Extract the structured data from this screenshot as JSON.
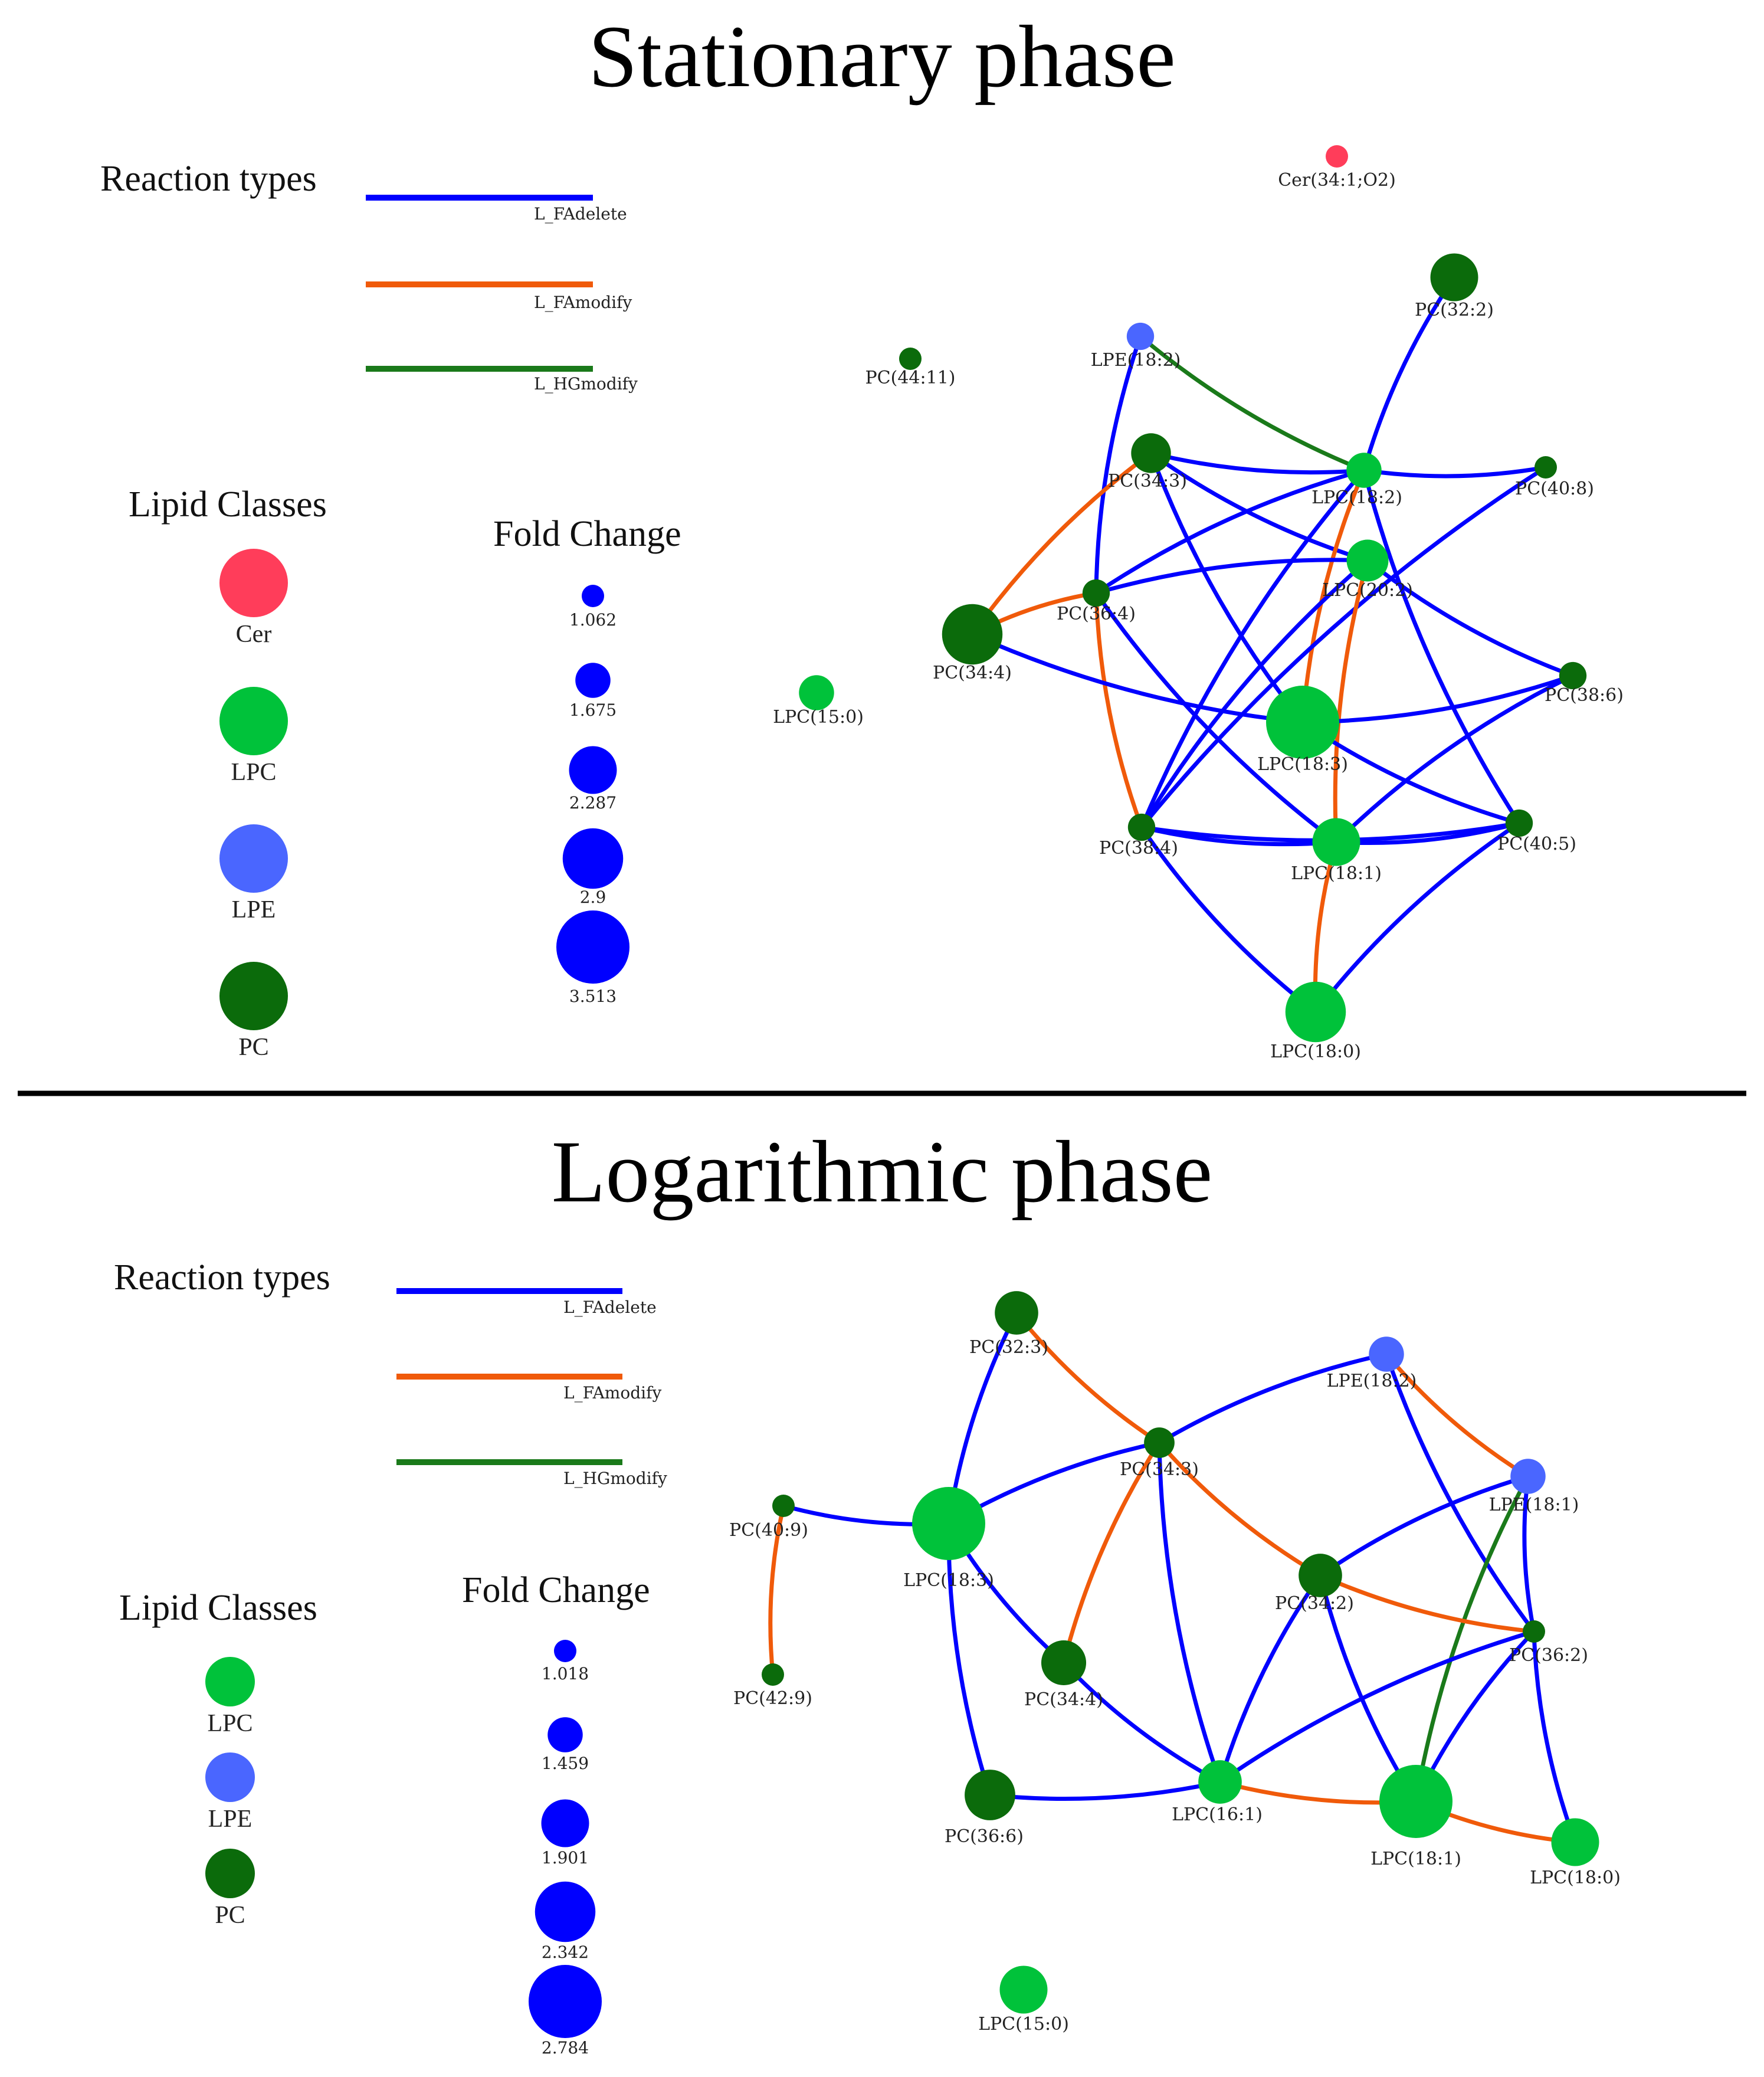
{
  "colors": {
    "L_FAdelete": "#0000ff",
    "L_FAmodify": "#f05a0a",
    "L_HGmodify": "#1a7a1a",
    "Cer": "#ff3d5a",
    "LPC": "#00c23a",
    "LPE": "#4a66ff",
    "PC": "#0b6b0b",
    "fold": "#0000ff"
  },
  "panels": [
    {
      "title": "Stationary phase",
      "reaction_types_label": "Reaction types",
      "reaction_types": [
        "L_FAdelete",
        "L_FAmodify",
        "L_HGmodify"
      ],
      "lipid_classes_label": "Lipid Classes",
      "lipid_classes": [
        "Cer",
        "LPC",
        "LPE",
        "PC"
      ],
      "fold_change_label": "Fold Change",
      "fold_change": [
        "1.062",
        "1.675",
        "2.287",
        "2.9",
        "3.513"
      ],
      "nodes": [
        {
          "id": "Cer(34:1;O2)",
          "cls": "Cer",
          "fc": 1.062
        },
        {
          "id": "PC(32:2)",
          "cls": "PC",
          "fc": 2.287
        },
        {
          "id": "LPE(18:2)",
          "cls": "LPE",
          "fc": 1.3
        },
        {
          "id": "PC(44:11)",
          "cls": "PC",
          "fc": 1.062
        },
        {
          "id": "PC(34:3)",
          "cls": "PC",
          "fc": 1.9
        },
        {
          "id": "LPC(18:2)",
          "cls": "LPC",
          "fc": 1.675
        },
        {
          "id": "PC(40:8)",
          "cls": "PC",
          "fc": 1.062
        },
        {
          "id": "LPC(20:2)",
          "cls": "LPC",
          "fc": 2.0
        },
        {
          "id": "PC(36:4)",
          "cls": "PC",
          "fc": 1.3
        },
        {
          "id": "PC(34:4)",
          "cls": "PC",
          "fc": 2.9
        },
        {
          "id": "LPC(15:0)",
          "cls": "LPC",
          "fc": 1.675
        },
        {
          "id": "LPC(18:3)",
          "cls": "LPC",
          "fc": 3.513
        },
        {
          "id": "PC(38:6)",
          "cls": "PC",
          "fc": 1.3
        },
        {
          "id": "PC(38:4)",
          "cls": "PC",
          "fc": 1.3
        },
        {
          "id": "LPC(18:1)",
          "cls": "LPC",
          "fc": 2.287
        },
        {
          "id": "PC(40:5)",
          "cls": "PC",
          "fc": 1.3
        },
        {
          "id": "LPC(18:0)",
          "cls": "LPC",
          "fc": 2.9
        }
      ],
      "edges": [
        {
          "s": "PC(32:2)",
          "t": "LPC(18:2)",
          "type": "L_FAdelete"
        },
        {
          "s": "LPE(18:2)",
          "t": "LPC(18:2)",
          "type": "L_HGmodify"
        },
        {
          "s": "LPE(18:2)",
          "t": "PC(36:4)",
          "type": "L_FAdelete"
        },
        {
          "s": "PC(34:3)",
          "t": "LPC(18:2)",
          "type": "L_FAdelete"
        },
        {
          "s": "PC(34:3)",
          "t": "LPC(20:2)",
          "type": "L_FAdelete"
        },
        {
          "s": "PC(34:3)",
          "t": "LPC(18:3)",
          "type": "L_FAdelete"
        },
        {
          "s": "PC(34:3)",
          "t": "PC(34:4)",
          "type": "L_FAmodify"
        },
        {
          "s": "LPC(18:2)",
          "t": "PC(40:8)",
          "type": "L_FAdelete"
        },
        {
          "s": "LPC(18:2)",
          "t": "PC(36:4)",
          "type": "L_FAdelete"
        },
        {
          "s": "LPC(18:2)",
          "t": "PC(38:4)",
          "type": "L_FAdelete"
        },
        {
          "s": "LPC(18:2)",
          "t": "PC(40:5)",
          "type": "L_FAdelete"
        },
        {
          "s": "LPC(18:2)",
          "t": "LPC(18:3)",
          "type": "L_FAmodify"
        },
        {
          "s": "PC(40:8)",
          "t": "PC(38:4)",
          "type": "L_FAdelete"
        },
        {
          "s": "LPC(20:2)",
          "t": "PC(36:4)",
          "type": "L_FAdelete"
        },
        {
          "s": "LPC(20:2)",
          "t": "PC(38:6)",
          "type": "L_FAdelete"
        },
        {
          "s": "LPC(20:2)",
          "t": "PC(38:4)",
          "type": "L_FAdelete"
        },
        {
          "s": "LPC(20:2)",
          "t": "LPC(18:1)",
          "type": "L_FAmodify"
        },
        {
          "s": "PC(36:4)",
          "t": "PC(34:4)",
          "type": "L_FAmodify"
        },
        {
          "s": "PC(36:4)",
          "t": "LPC(18:1)",
          "type": "L_FAdelete"
        },
        {
          "s": "PC(36:4)",
          "t": "PC(38:4)",
          "type": "L_FAmodify"
        },
        {
          "s": "PC(34:4)",
          "t": "LPC(18:3)",
          "type": "L_FAdelete"
        },
        {
          "s": "LPC(18:3)",
          "t": "PC(38:6)",
          "type": "L_FAdelete"
        },
        {
          "s": "LPC(18:3)",
          "t": "PC(40:5)",
          "type": "L_FAdelete"
        },
        {
          "s": "PC(38:6)",
          "t": "LPC(18:1)",
          "type": "L_FAdelete"
        },
        {
          "s": "PC(38:4)",
          "t": "LPC(18:1)",
          "type": "L_FAdelete"
        },
        {
          "s": "PC(38:4)",
          "t": "PC(40:5)",
          "type": "L_FAdelete"
        },
        {
          "s": "PC(38:4)",
          "t": "LPC(18:0)",
          "type": "L_FAdelete"
        },
        {
          "s": "LPC(18:1)",
          "t": "PC(40:5)",
          "type": "L_FAdelete"
        },
        {
          "s": "LPC(18:1)",
          "t": "LPC(18:0)",
          "type": "L_FAmodify"
        },
        {
          "s": "PC(40:5)",
          "t": "LPC(18:0)",
          "type": "L_FAdelete"
        }
      ]
    },
    {
      "title": "Logarithmic phase",
      "reaction_types_label": "Reaction types",
      "reaction_types": [
        "L_FAdelete",
        "L_FAmodify",
        "L_HGmodify"
      ],
      "lipid_classes_label": "Lipid Classes",
      "lipid_classes": [
        "LPC",
        "LPE",
        "PC"
      ],
      "fold_change_label": "Fold Change",
      "fold_change": [
        "1.018",
        "1.459",
        "1.901",
        "2.342",
        "2.784"
      ],
      "nodes": [
        {
          "id": "PC(32:3)",
          "cls": "PC",
          "fc": 1.75
        },
        {
          "id": "LPE(18:2)",
          "cls": "LPE",
          "fc": 1.459
        },
        {
          "id": "PC(34:3)",
          "cls": "PC",
          "fc": 1.3
        },
        {
          "id": "LPE(18:1)",
          "cls": "LPE",
          "fc": 1.459
        },
        {
          "id": "PC(40:9)",
          "cls": "PC",
          "fc": 1.018
        },
        {
          "id": "LPC(18:3)",
          "cls": "LPC",
          "fc": 2.784
        },
        {
          "id": "PC(34:2)",
          "cls": "PC",
          "fc": 1.75
        },
        {
          "id": "PC(36:2)",
          "cls": "PC",
          "fc": 1.018
        },
        {
          "id": "PC(42:9)",
          "cls": "PC",
          "fc": 1.018
        },
        {
          "id": "PC(34:4)",
          "cls": "PC",
          "fc": 1.8
        },
        {
          "id": "PC(36:6)",
          "cls": "PC",
          "fc": 2.0
        },
        {
          "id": "LPC(16:1)",
          "cls": "LPC",
          "fc": 1.75
        },
        {
          "id": "LPC(18:1)",
          "cls": "LPC",
          "fc": 2.784
        },
        {
          "id": "LPC(18:0)",
          "cls": "LPC",
          "fc": 1.901
        },
        {
          "id": "LPC(15:0)",
          "cls": "LPC",
          "fc": 1.901
        }
      ],
      "edges": [
        {
          "s": "PC(32:3)",
          "t": "LPC(18:3)",
          "type": "L_FAdelete"
        },
        {
          "s": "PC(32:3)",
          "t": "PC(34:3)",
          "type": "L_FAmodify"
        },
        {
          "s": "LPE(18:2)",
          "t": "PC(34:3)",
          "type": "L_FAdelete"
        },
        {
          "s": "LPE(18:2)",
          "t": "LPE(18:1)",
          "type": "L_FAmodify"
        },
        {
          "s": "LPE(18:2)",
          "t": "PC(36:2)",
          "type": "L_FAdelete"
        },
        {
          "s": "PC(34:3)",
          "t": "LPC(18:3)",
          "type": "L_FAdelete"
        },
        {
          "s": "PC(34:3)",
          "t": "PC(34:4)",
          "type": "L_FAmodify"
        },
        {
          "s": "PC(34:3)",
          "t": "PC(34:2)",
          "type": "L_FAmodify"
        },
        {
          "s": "PC(34:3)",
          "t": "LPC(16:1)",
          "type": "L_FAdelete"
        },
        {
          "s": "LPE(18:1)",
          "t": "PC(34:2)",
          "type": "L_FAdelete"
        },
        {
          "s": "LPE(18:1)",
          "t": "LPC(18:1)",
          "type": "L_HGmodify"
        },
        {
          "s": "LPE(18:1)",
          "t": "PC(36:2)",
          "type": "L_FAdelete"
        },
        {
          "s": "PC(40:9)",
          "t": "LPC(18:3)",
          "type": "L_FAdelete"
        },
        {
          "s": "PC(40:9)",
          "t": "PC(42:9)",
          "type": "L_FAmodify"
        },
        {
          "s": "LPC(18:3)",
          "t": "PC(34:4)",
          "type": "L_FAdelete"
        },
        {
          "s": "LPC(18:3)",
          "t": "PC(36:6)",
          "type": "L_FAdelete"
        },
        {
          "s": "PC(34:2)",
          "t": "PC(36:2)",
          "type": "L_FAmodify"
        },
        {
          "s": "PC(34:2)",
          "t": "LPC(16:1)",
          "type": "L_FAdelete"
        },
        {
          "s": "PC(34:2)",
          "t": "LPC(18:1)",
          "type": "L_FAdelete"
        },
        {
          "s": "PC(36:2)",
          "t": "LPC(16:1)",
          "type": "L_FAdelete"
        },
        {
          "s": "PC(36:2)",
          "t": "LPC(18:1)",
          "type": "L_FAdelete"
        },
        {
          "s": "PC(36:2)",
          "t": "LPC(18:0)",
          "type": "L_FAdelete"
        },
        {
          "s": "PC(34:4)",
          "t": "LPC(16:1)",
          "type": "L_FAdelete"
        },
        {
          "s": "PC(36:6)",
          "t": "LPC(16:1)",
          "type": "L_FAdelete"
        },
        {
          "s": "LPC(16:1)",
          "t": "LPC(18:1)",
          "type": "L_FAmodify"
        },
        {
          "s": "LPC(18:1)",
          "t": "LPC(18:0)",
          "type": "L_FAmodify"
        }
      ]
    }
  ]
}
